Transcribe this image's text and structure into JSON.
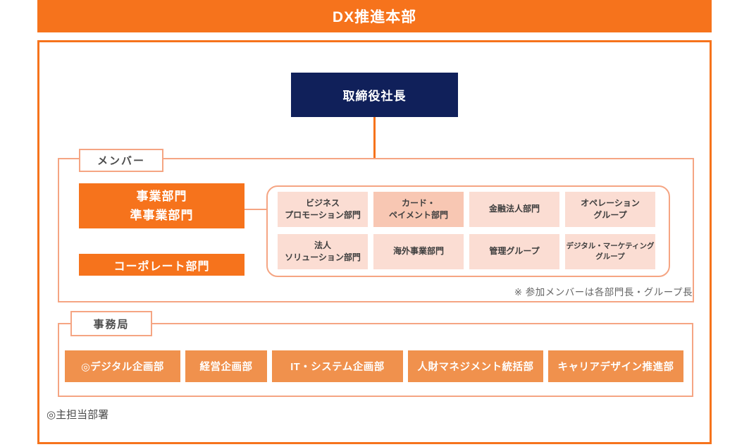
{
  "header": {
    "title": "DX推進本部"
  },
  "ceo_box": {
    "label": "取締役社長"
  },
  "member_section": {
    "label": "メンバー",
    "business_box": {
      "label": "事業部門\n準事業部門"
    },
    "corporate_box": {
      "label": "コーポレート部門"
    },
    "departments": [
      {
        "label": "ビジネス\nプロモーション部門",
        "highlight": false
      },
      {
        "label": "カード・\nペイメント部門",
        "highlight": true
      },
      {
        "label": "金融法人部門",
        "highlight": false
      },
      {
        "label": "オペレーション\nグループ",
        "highlight": false
      },
      {
        "label": "法人\nソリューション部門",
        "highlight": false
      },
      {
        "label": "海外事業部門",
        "highlight": false
      },
      {
        "label": "管理グループ",
        "highlight": false
      },
      {
        "label": "デジタル・マーケティング\nグループ",
        "highlight": false
      }
    ],
    "note": "※ 参加メンバーは各部門長・グループ長"
  },
  "secretariat_section": {
    "label": "事務局",
    "departments": [
      {
        "label": "◎デジタル企画部"
      },
      {
        "label": "経営企画部"
      },
      {
        "label": "IT・システム企画部"
      },
      {
        "label": "人財マネジメント統括部"
      },
      {
        "label": "キャリアデザイン推進部"
      }
    ]
  },
  "footnote": "◎主担当部署",
  "colors": {
    "orange": "#F6731C",
    "light_orange": "#F0914D",
    "salmon_border": "#F5A583",
    "pink_light": "#FBDDD3",
    "pink_highlight": "#F8C7B3",
    "navy": "#10205A"
  }
}
